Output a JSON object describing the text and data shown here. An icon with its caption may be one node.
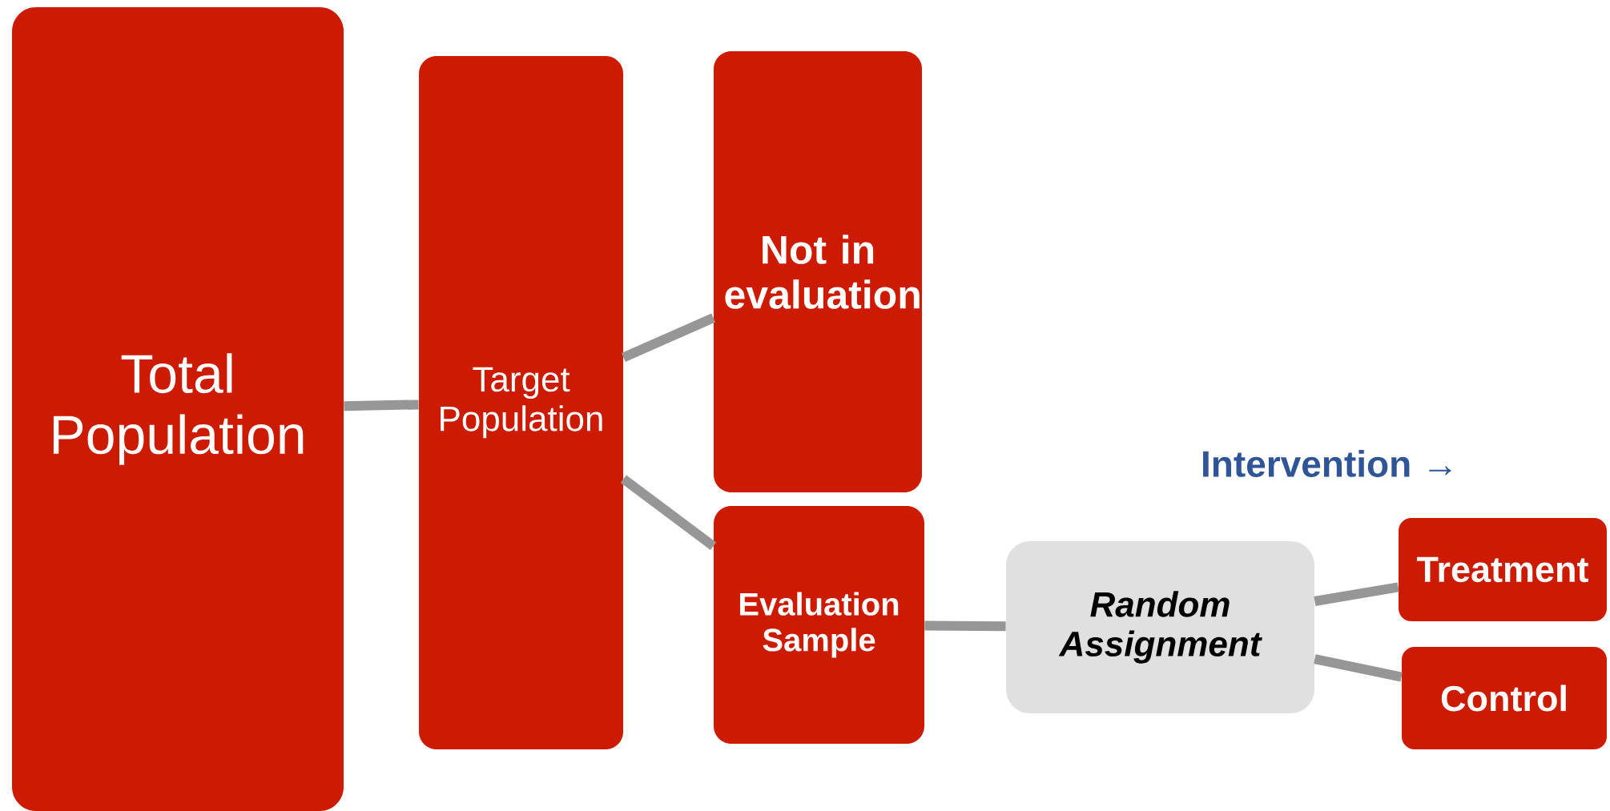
{
  "diagram": {
    "nodes": [
      {
        "text": [
          "Total Population"
        ]
      },
      {
        "text": [
          "Target Population"
        ]
      },
      {
        "text": [
          "Not in evaluation"
        ]
      },
      {
        "text": [
          "Evaluation Sample"
        ]
      },
      {
        "text": [
          "Random Assignment"
        ]
      },
      {
        "text": [
          "Treatment"
        ]
      },
      {
        "text": [
          "Control"
        ]
      }
    ],
    "edges": [
      {
        "from": 0,
        "to": 1,
        "arrow": "none"
      },
      {
        "from": 1,
        "to": 2,
        "arrow": "none"
      },
      {
        "from": 1,
        "to": 3,
        "arrow": "none"
      },
      {
        "from": 3,
        "to": 4,
        "arrow": "none"
      },
      {
        "from": 4,
        "to": 5,
        "arrow": "none"
      },
      {
        "from": 4,
        "to": 6,
        "arrow": "none"
      }
    ],
    "labels": [
      "Intervention →"
    ]
  }
}
